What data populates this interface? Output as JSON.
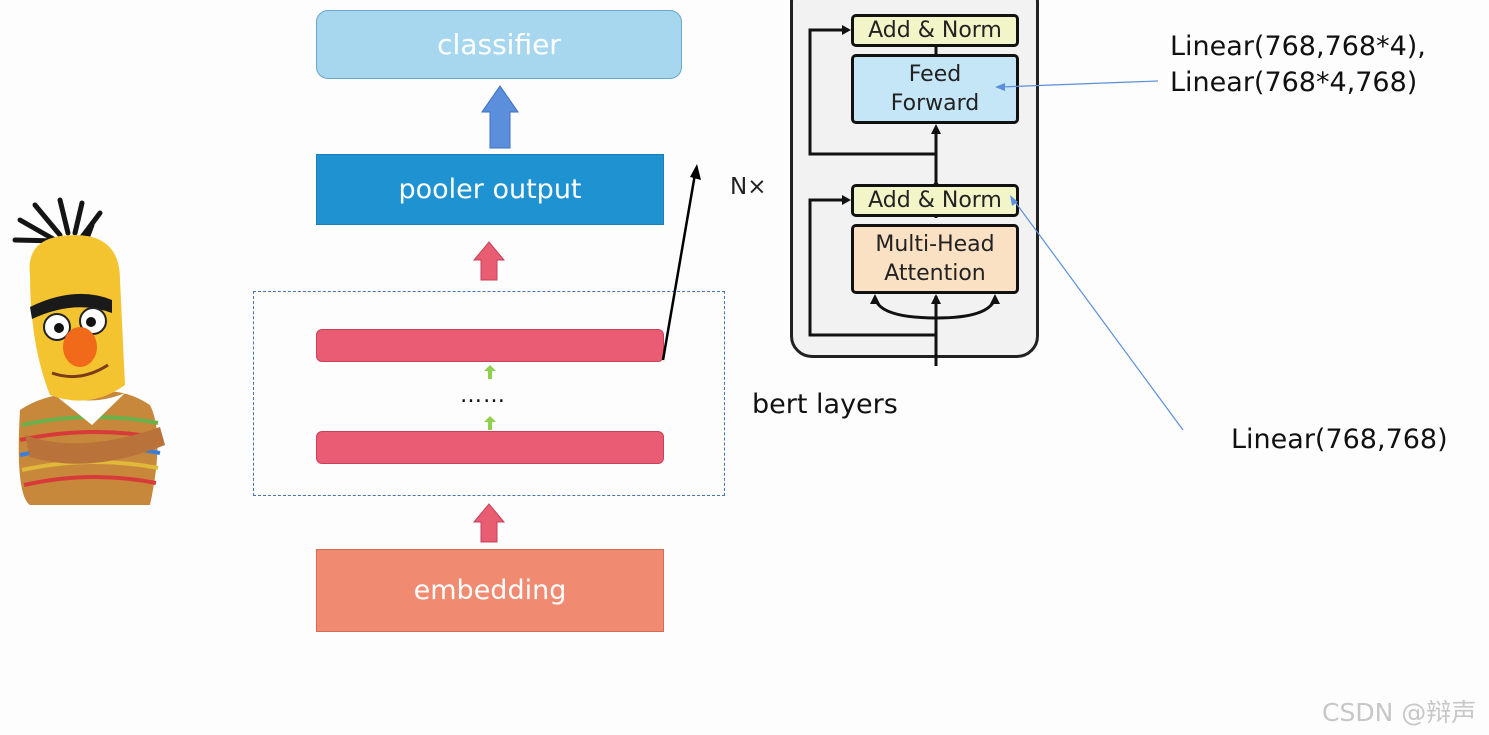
{
  "boxes": {
    "classifier": "classifier",
    "pooler_output": "pooler output",
    "embedding": "embedding"
  },
  "layers": {
    "dots": "……",
    "group_label": "bert layers",
    "repeat_label": "N×"
  },
  "transformer_block": {
    "add_norm_top": "Add & Norm",
    "feed_forward_line1": "Feed",
    "feed_forward_line2": "Forward",
    "add_norm_bottom": "Add & Norm",
    "mha_line1": "Multi-Head",
    "mha_line2": "Attention"
  },
  "annotations": {
    "feed_forward_line1": "Linear(768,768*4),",
    "feed_forward_line2": "Linear(768*4,768)",
    "attention": "Linear(768,768)"
  },
  "watermark": "CSDN @辩声",
  "colors": {
    "classifier": "#a7d7ef",
    "pooler": "#1f93d1",
    "embedding": "#f08a70",
    "layer": "#ea5c73",
    "up_arrow_blue": "#5b8fdb",
    "up_arrow_red": "#e85d71",
    "small_arrow_green": "#8fd14f",
    "add_norm": "#f2f5c8",
    "feed_forward": "#c5e6f7",
    "mha": "#fbe1c4",
    "annotation_line": "#5b8fdb"
  },
  "icons": {
    "character": "bert-muppet-illustration"
  }
}
